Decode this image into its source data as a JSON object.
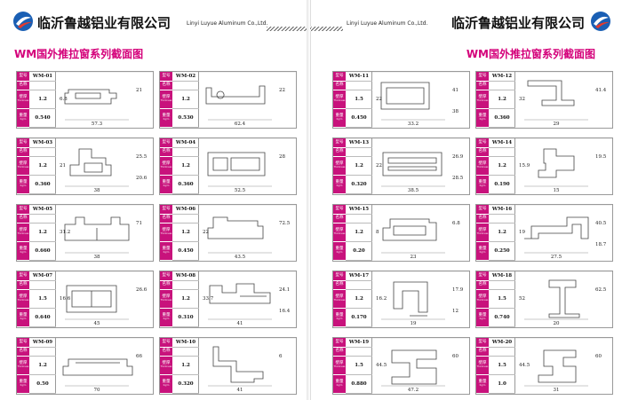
{
  "company": {
    "name_cn": "临沂鲁越铝业有限公司",
    "name_en": "Linyi Luyue Aluminum Co.,Ltd.",
    "logo_color": "#1a5fb4",
    "accent_color": "#c8127c"
  },
  "section_title": "WM国外推拉窗系列截面图",
  "labels": {
    "model": "型号",
    "name": "名称",
    "thickness": "壁厚",
    "thickness_en": "Thickness",
    "weight": "重量",
    "weight_en": "Kg/m"
  },
  "left_profiles": [
    {
      "model": "WM-01",
      "thickness": "1.2",
      "weight": "0.540",
      "dims": [
        "57.3",
        "21",
        "6.8"
      ]
    },
    {
      "model": "WM-02",
      "thickness": "1.2",
      "weight": "0.530",
      "dims": [
        "62.4",
        "22"
      ]
    },
    {
      "model": "WM-03",
      "thickness": "1.2",
      "weight": "0.360",
      "dims": [
        "38",
        "25.5",
        "21",
        "20.6"
      ]
    },
    {
      "model": "WM-04",
      "thickness": "1.2",
      "weight": "0.360",
      "dims": [
        "52.5",
        "28"
      ]
    },
    {
      "model": "WM-05",
      "thickness": "1.2",
      "weight": "0.660",
      "dims": [
        "38",
        "71",
        "31.2"
      ]
    },
    {
      "model": "WM-06",
      "thickness": "1.2",
      "weight": "0.450",
      "dims": [
        "43.5",
        "72.5",
        "22"
      ]
    },
    {
      "model": "WM-07",
      "thickness": "1.5",
      "weight": "0.640",
      "dims": [
        "45",
        "26.6",
        "16.6"
      ]
    },
    {
      "model": "WM-08",
      "thickness": "1.2",
      "weight": "0.310",
      "dims": [
        "41",
        "24.1",
        "33.7",
        "16.4"
      ]
    },
    {
      "model": "WM-09",
      "thickness": "1.2",
      "weight": "0.50",
      "dims": [
        "70",
        "66"
      ]
    },
    {
      "model": "WM-10",
      "thickness": "1.2",
      "weight": "0.320",
      "dims": [
        "41",
        "6"
      ]
    }
  ],
  "right_profiles": [
    {
      "model": "WM-11",
      "thickness": "1.5",
      "weight": "0.450",
      "dims": [
        "33.2",
        "41",
        "22",
        "38"
      ]
    },
    {
      "model": "WM-12",
      "thickness": "1.2",
      "weight": "0.360",
      "dims": [
        "29",
        "41.4",
        "32"
      ]
    },
    {
      "model": "WM-13",
      "thickness": "1.2",
      "weight": "0.320",
      "dims": [
        "38.5",
        "26.9",
        "22",
        "28.5"
      ]
    },
    {
      "model": "WM-14",
      "thickness": "1.2",
      "weight": "0.190",
      "dims": [
        "15",
        "19.5",
        "15.9"
      ]
    },
    {
      "model": "WM-15",
      "thickness": "1.2",
      "weight": "0.20",
      "dims": [
        "23",
        "6.8",
        "8"
      ]
    },
    {
      "model": "WM-16",
      "thickness": "1.2",
      "weight": "0.250",
      "dims": [
        "27.5",
        "40.5",
        "19",
        "18.7"
      ]
    },
    {
      "model": "WM-17",
      "thickness": "1.2",
      "weight": "0.170",
      "dims": [
        "19",
        "17.9",
        "16.2",
        "12"
      ]
    },
    {
      "model": "WM-18",
      "thickness": "1.5",
      "weight": "0.740",
      "dims": [
        "20",
        "62.5",
        "52"
      ]
    },
    {
      "model": "WM-19",
      "thickness": "1.5",
      "weight": "0.880",
      "dims": [
        "47.2",
        "60",
        "44.5"
      ]
    },
    {
      "model": "WM-20",
      "thickness": "1.5",
      "weight": "1.0",
      "dims": [
        "31",
        "60",
        "44.5"
      ]
    }
  ]
}
